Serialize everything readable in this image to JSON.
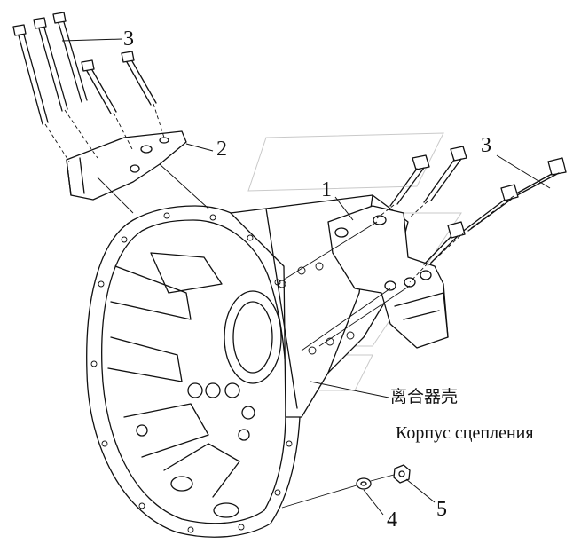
{
  "callouts": {
    "c1": "1",
    "c2": "2",
    "c3_left": "3",
    "c3_right": "3",
    "c4": "4",
    "c5": "5"
  },
  "caption": {
    "chinese": "离合器壳",
    "russian": "Корпус сцепления"
  }
}
